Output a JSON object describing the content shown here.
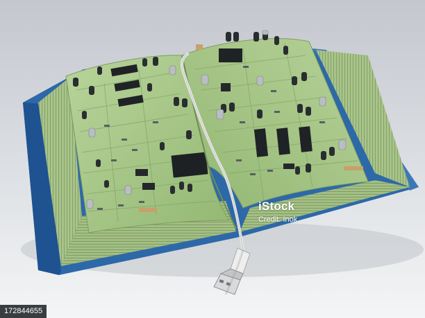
{
  "watermark": {
    "brand": "iStock",
    "credit": "Credit: Inok"
  },
  "stock_id": "172844655",
  "colors": {
    "background_top": "#c9ccd2",
    "background_bottom": "#f3f4f6",
    "book_cover": "#2d68a8",
    "page_edges": "#a8c48a",
    "circuit_board": "#a9c98a",
    "chip": "#1f2326",
    "usb_cable": "#e6e6e6"
  },
  "subject": {
    "object": "open-book",
    "pages_surface": "printed-circuit-board",
    "cable_end": "usb-plug"
  }
}
